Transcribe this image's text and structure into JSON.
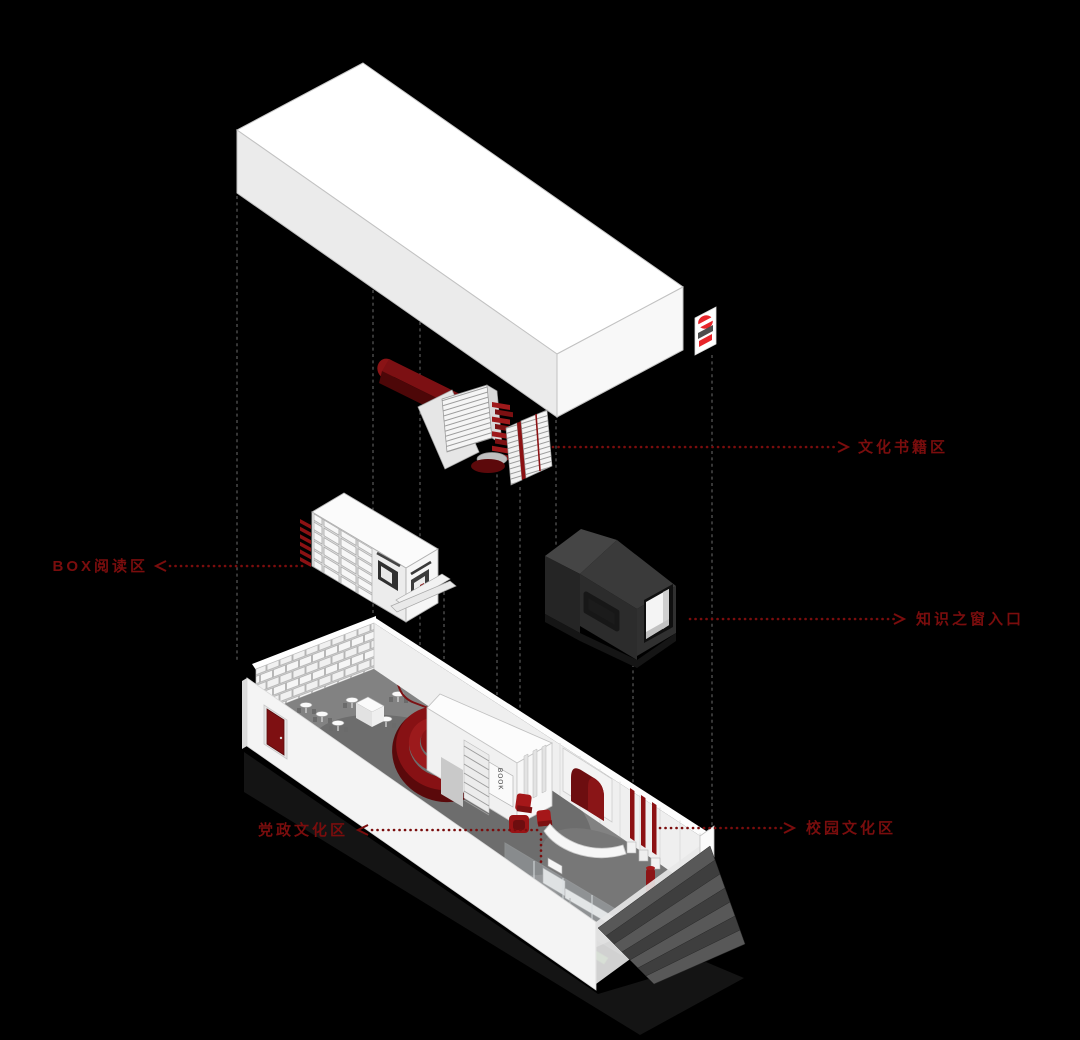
{
  "diagram": {
    "type": "exploded-axonometric-interior-diagram",
    "background": "#000000",
    "labels": {
      "book_wall": {
        "text": "文化书籍区",
        "side": "right"
      },
      "box_reading": {
        "text": "BOX阅读区",
        "side": "left"
      },
      "knowledge_entry": {
        "text": "知识之窗入口",
        "side": "right"
      },
      "party_culture": {
        "text": "党政文化区",
        "side": "left"
      },
      "campus_culture": {
        "text": "校园文化区",
        "side": "right"
      }
    },
    "annotations": {
      "book_spine_label": "BOOK"
    },
    "colors": {
      "label_red": "#7a0d0d",
      "accent_dark_red": "#8c1113",
      "deep_red": "#5c090b",
      "logo_red": "#e8252a",
      "floor_gray": "#828282",
      "floor_dark_gray": "#6e6e6e",
      "tunnel_dark": "#2e2e2e",
      "wall_white": "#f4f4f4"
    }
  }
}
